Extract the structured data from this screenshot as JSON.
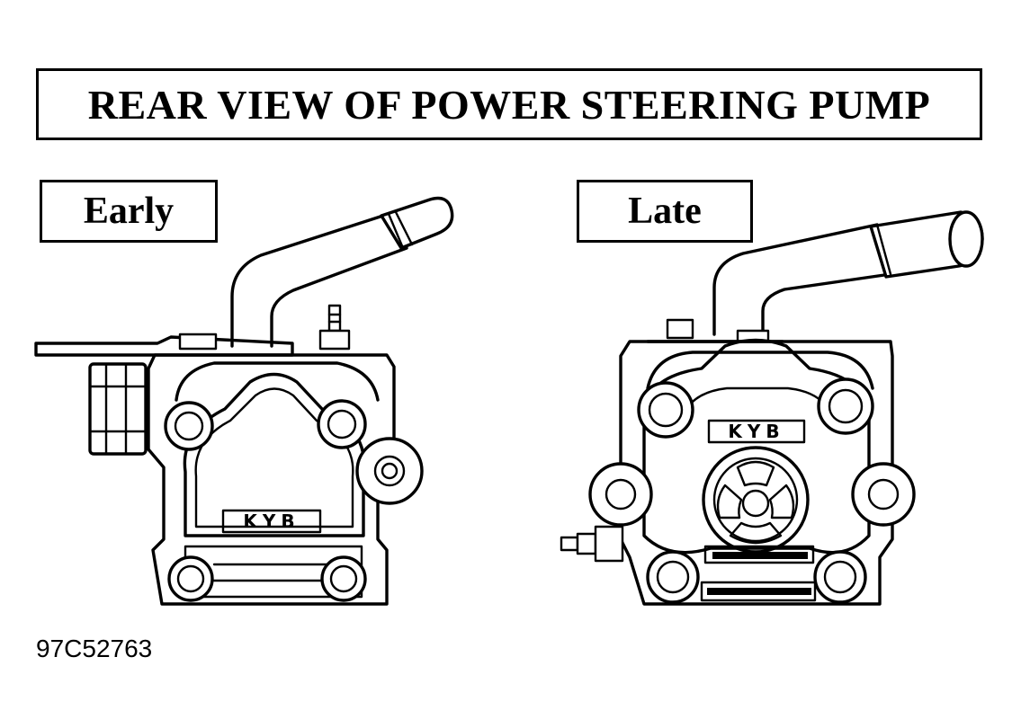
{
  "title": "REAR VIEW OF POWER STEERING PUMP",
  "variants": [
    {
      "label": "Early"
    },
    {
      "label": "Late"
    }
  ],
  "figure_id": "97C52763"
}
